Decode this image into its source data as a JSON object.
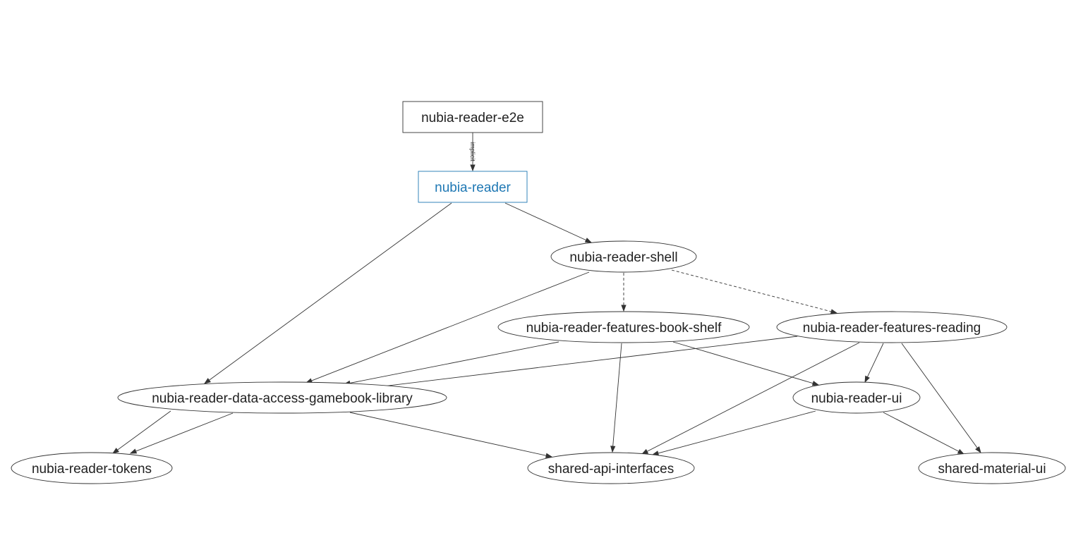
{
  "graph": {
    "colors": {
      "default_stroke": "#333333",
      "highlight": "#1f78b4",
      "text": "#222222",
      "background": "#ffffff"
    },
    "nodes": [
      {
        "id": "nubia-reader-e2e",
        "label": "nubia-reader-e2e",
        "shape": "box"
      },
      {
        "id": "nubia-reader",
        "label": "nubia-reader",
        "shape": "box",
        "highlight": true
      },
      {
        "id": "nubia-reader-shell",
        "label": "nubia-reader-shell",
        "shape": "ellipse"
      },
      {
        "id": "nubia-reader-features-book-shelf",
        "label": "nubia-reader-features-book-shelf",
        "shape": "ellipse"
      },
      {
        "id": "nubia-reader-features-reading",
        "label": "nubia-reader-features-reading",
        "shape": "ellipse"
      },
      {
        "id": "nubia-reader-data-access-gamebook-library",
        "label": "nubia-reader-data-access-gamebook-library",
        "shape": "ellipse"
      },
      {
        "id": "nubia-reader-ui",
        "label": "nubia-reader-ui",
        "shape": "ellipse"
      },
      {
        "id": "nubia-reader-tokens",
        "label": "nubia-reader-tokens",
        "shape": "ellipse"
      },
      {
        "id": "shared-api-interfaces",
        "label": "shared-api-interfaces",
        "shape": "ellipse"
      },
      {
        "id": "shared-material-ui",
        "label": "shared-material-ui",
        "shape": "ellipse"
      }
    ],
    "edges": [
      {
        "from": "nubia-reader-e2e",
        "to": "nubia-reader",
        "label": "implicit"
      },
      {
        "from": "nubia-reader",
        "to": "nubia-reader-shell"
      },
      {
        "from": "nubia-reader",
        "to": "nubia-reader-tokens"
      },
      {
        "from": "nubia-reader-shell",
        "to": "nubia-reader-features-book-shelf",
        "style": "dashed"
      },
      {
        "from": "nubia-reader-shell",
        "to": "nubia-reader-features-reading",
        "style": "dashed"
      },
      {
        "from": "nubia-reader-shell",
        "to": "nubia-reader-data-access-gamebook-library"
      },
      {
        "from": "nubia-reader-features-book-shelf",
        "to": "nubia-reader-data-access-gamebook-library"
      },
      {
        "from": "nubia-reader-features-book-shelf",
        "to": "shared-api-interfaces"
      },
      {
        "from": "nubia-reader-features-book-shelf",
        "to": "nubia-reader-ui"
      },
      {
        "from": "nubia-reader-features-reading",
        "to": "nubia-reader-data-access-gamebook-library"
      },
      {
        "from": "nubia-reader-features-reading",
        "to": "shared-api-interfaces"
      },
      {
        "from": "nubia-reader-features-reading",
        "to": "nubia-reader-ui"
      },
      {
        "from": "nubia-reader-features-reading",
        "to": "shared-material-ui"
      },
      {
        "from": "nubia-reader-data-access-gamebook-library",
        "to": "nubia-reader-tokens"
      },
      {
        "from": "nubia-reader-data-access-gamebook-library",
        "to": "nubia-reader-tokens"
      },
      {
        "from": "nubia-reader-data-access-gamebook-library",
        "to": "shared-api-interfaces"
      },
      {
        "from": "nubia-reader-ui",
        "to": "shared-api-interfaces"
      },
      {
        "from": "nubia-reader-ui",
        "to": "shared-material-ui"
      }
    ]
  }
}
